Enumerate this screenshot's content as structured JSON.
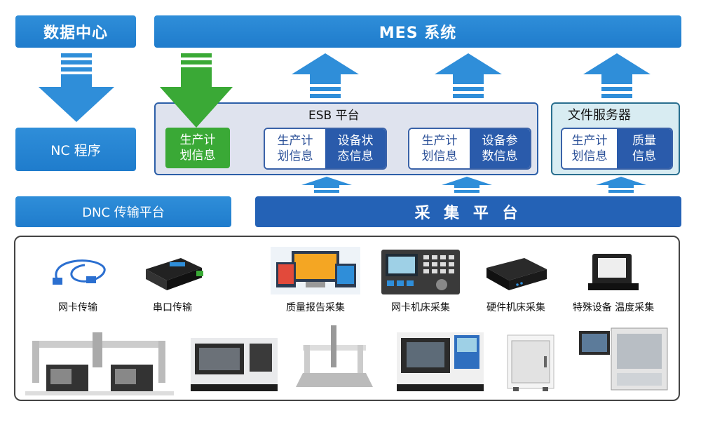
{
  "boxes": {
    "data_center": "数据中心",
    "mes": "MES 系统",
    "nc_program": "NC 程序",
    "dnc": "DNC 传输平台",
    "collect": "采 集 平 台"
  },
  "esb": {
    "title": "ESB 平台",
    "green": "生产计\n划信息",
    "pairs": [
      {
        "left": "生产计\n划信息",
        "right": "设备状\n态信息"
      },
      {
        "left": "生产计\n划信息",
        "right": "设备参\n数信息"
      }
    ]
  },
  "file_server": {
    "title": "文件服务器",
    "pair": {
      "left": "生产计\n划信息",
      "right": "质量\n信息"
    }
  },
  "devices": [
    {
      "label": "网卡传输",
      "icon": "network-cable-icon"
    },
    {
      "label": "串口传输",
      "icon": "serial-adapter-icon"
    },
    {
      "label": "质量报告采集",
      "icon": "devices-report-icon"
    },
    {
      "label": "网卡机床采集",
      "icon": "cnc-panel-icon"
    },
    {
      "label": "硬件机床采集",
      "icon": "hardware-box-icon"
    },
    {
      "label": "特殊设备 温度采集",
      "icon": "temperature-module-icon"
    }
  ],
  "machines": [
    "gantry-machine",
    "cnc-lathe",
    "cmm-machine",
    "turning-center",
    "oven-cabinet",
    "test-chamber"
  ],
  "colors": {
    "blue": "#2f8ed9",
    "navy": "#2462b6",
    "green": "#3aa936",
    "panel": "#dfe3ee"
  }
}
